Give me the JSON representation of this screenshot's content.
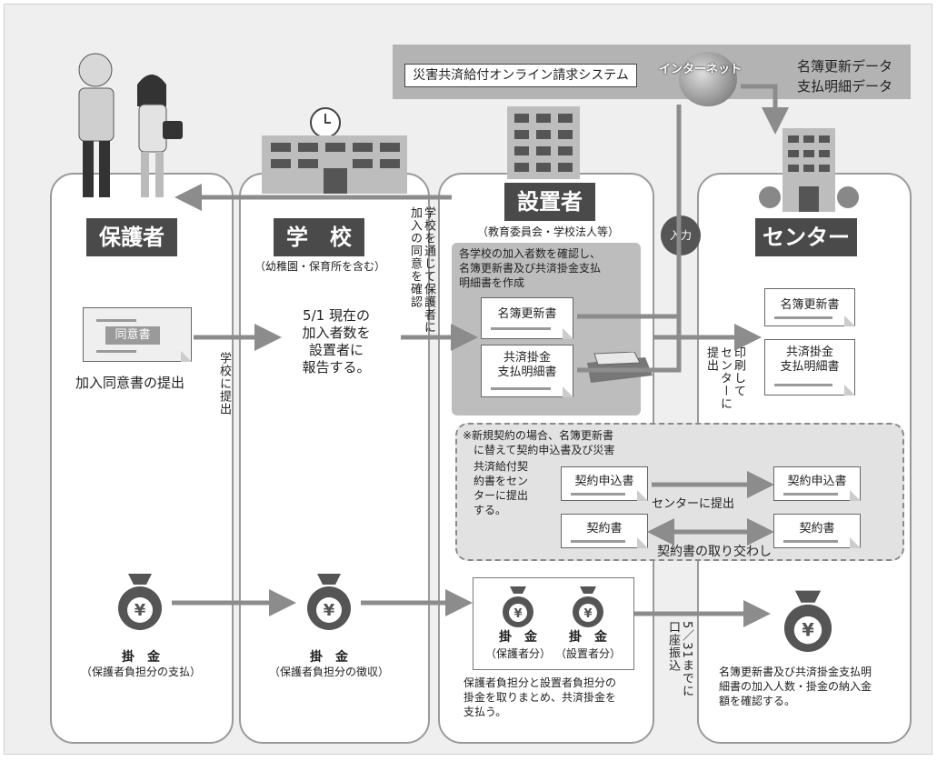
{
  "system": {
    "online_system": "災害共済給付オンライン請求システム",
    "internet": "インターネット",
    "data1": "名簿更新データ",
    "data2": "支払明細データ"
  },
  "columns": {
    "guardian": {
      "title": "保護者",
      "doc": "同意書",
      "submit": "加入同意書の提出",
      "money": "掛　金",
      "money_note": "（保護者負担分の支払）"
    },
    "school": {
      "title": "学　校",
      "sub": "（幼稚園・保育所を含む）",
      "report": "5/1 現在の\n加入者数を\n設置者に\n報告する。",
      "money": "掛　金",
      "money_note": "（保護者負担分の徴収）"
    },
    "founder": {
      "title": "設置者",
      "sub": "（教育委員会・学校法人等）",
      "task": "各学校の加入者数を確認し、\n名簿更新書及び共済掛金支払\n明細書を作成",
      "doc1": "名簿更新書",
      "doc2": "共済掛金\n支払明細書",
      "money1": "掛　金",
      "money1_note": "（保護者分）",
      "money2": "掛　金",
      "money2_note": "（設置者分）",
      "money_text": "保護者負担分と設置者負担分の\n掛金を取りまとめ、共済掛金を\n支払う。"
    },
    "center": {
      "title": "センター",
      "doc1": "名簿更新書",
      "doc2": "共済掛金\n支払明細書",
      "confirm": "名簿更新書及び共済掛金支払明\n細書の加入人数・掛金の納入金\n額を確認する。"
    }
  },
  "new_contract": {
    "note_head": "※新規契約の場合、名簿更新書\n　に替えて契約申込書及び災害",
    "note_body": "共済給付契\n約書をセン\nターに提出\nする。",
    "doc_app": "契約申込書",
    "doc_contract": "契約書",
    "center_doc_app": "契約申込書",
    "center_doc_contract": "契約書",
    "submit_label": "センターに提出",
    "exchange_label": "契約書の取り交わし"
  },
  "arrow_labels": {
    "consent_via_school": "学校を通じて保護者に\n加入の同意を確認",
    "submit_to_school": "学校に提出",
    "input": "入力",
    "print_submit": "印刷して\nセンターに\n提出",
    "transfer": "5／31までに\n口座振込"
  },
  "colors": {
    "header": "#4a4a4a",
    "arrow": "#8c8c8c",
    "grey_panel": "#bdbdbd"
  }
}
